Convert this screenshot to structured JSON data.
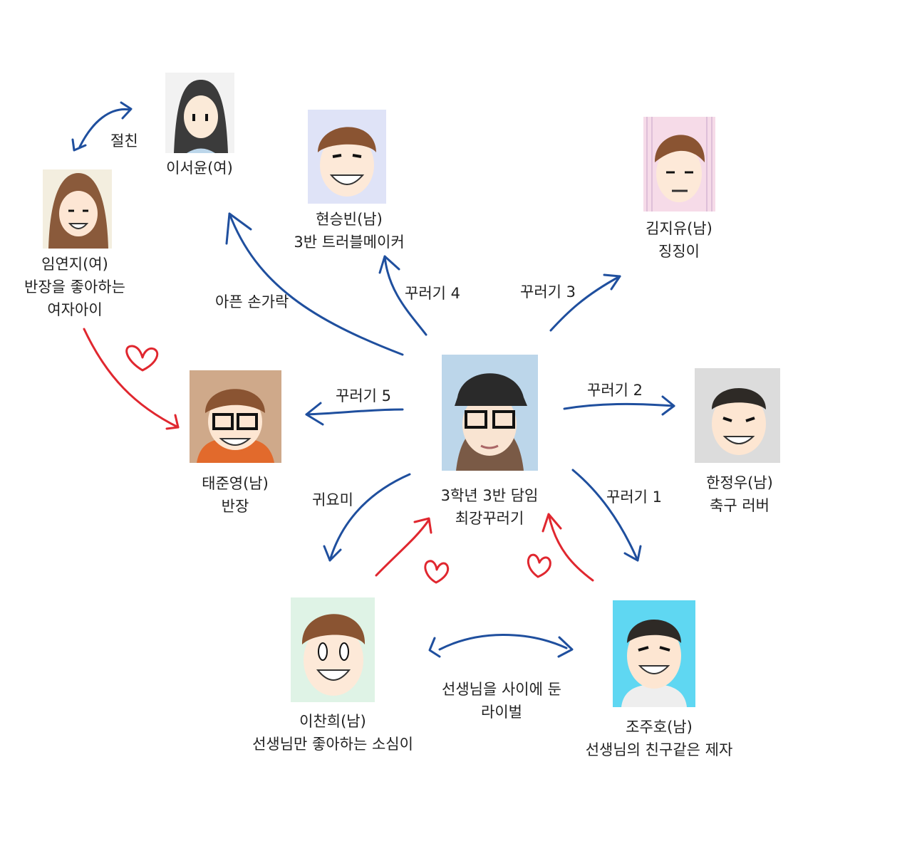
{
  "nodes": {
    "teacher": {
      "name": "3학년 3반 담임",
      "role": "최강꾸러기",
      "bg": "#bcd6ea"
    },
    "seoyun": {
      "name": "이서윤(여)",
      "bg": "#f2f2f2"
    },
    "yeonji": {
      "name": "임연지(여)",
      "role": "반장을 좋아하는",
      "role2": "여자아이",
      "bg": "#f3eedf"
    },
    "seungbin": {
      "name": "현승빈(남)",
      "role": "3반 트러블메이커",
      "bg": "#dfe3f7"
    },
    "jiyu": {
      "name": "김지유(남)",
      "role": "징징이",
      "bg": "#f6dbe8"
    },
    "junyoung": {
      "name": "태준영(남)",
      "role": "반장",
      "bg": "#cfa98a"
    },
    "jeongwoo": {
      "name": "한정우(남)",
      "role": "축구 러버",
      "bg": "#dcdcdc"
    },
    "chanhee": {
      "name": "이찬희(남)",
      "role": "선생님만 좋아하는 소심이",
      "bg": "#dff3e6"
    },
    "juho": {
      "name": "조주호(남)",
      "role": "선생님의 친구같은 제자",
      "bg": "#5fd7f2"
    }
  },
  "edges": {
    "best_friend": "절친",
    "sore_finger": "아픈 손가락",
    "ggureogi4": "꾸러기 4",
    "ggureogi3": "꾸러기 3",
    "ggureogi5": "꾸러기 5",
    "ggureogi2": "꾸러기 2",
    "ggureogi1": "꾸러기 1",
    "cutie": "귀요미",
    "rivals_line1": "선생님을 사이에 둔",
    "rivals_line2": "라이벌"
  },
  "colors": {
    "blue": "#1f4f9e",
    "red": "#e0272f",
    "text": "#222222"
  }
}
